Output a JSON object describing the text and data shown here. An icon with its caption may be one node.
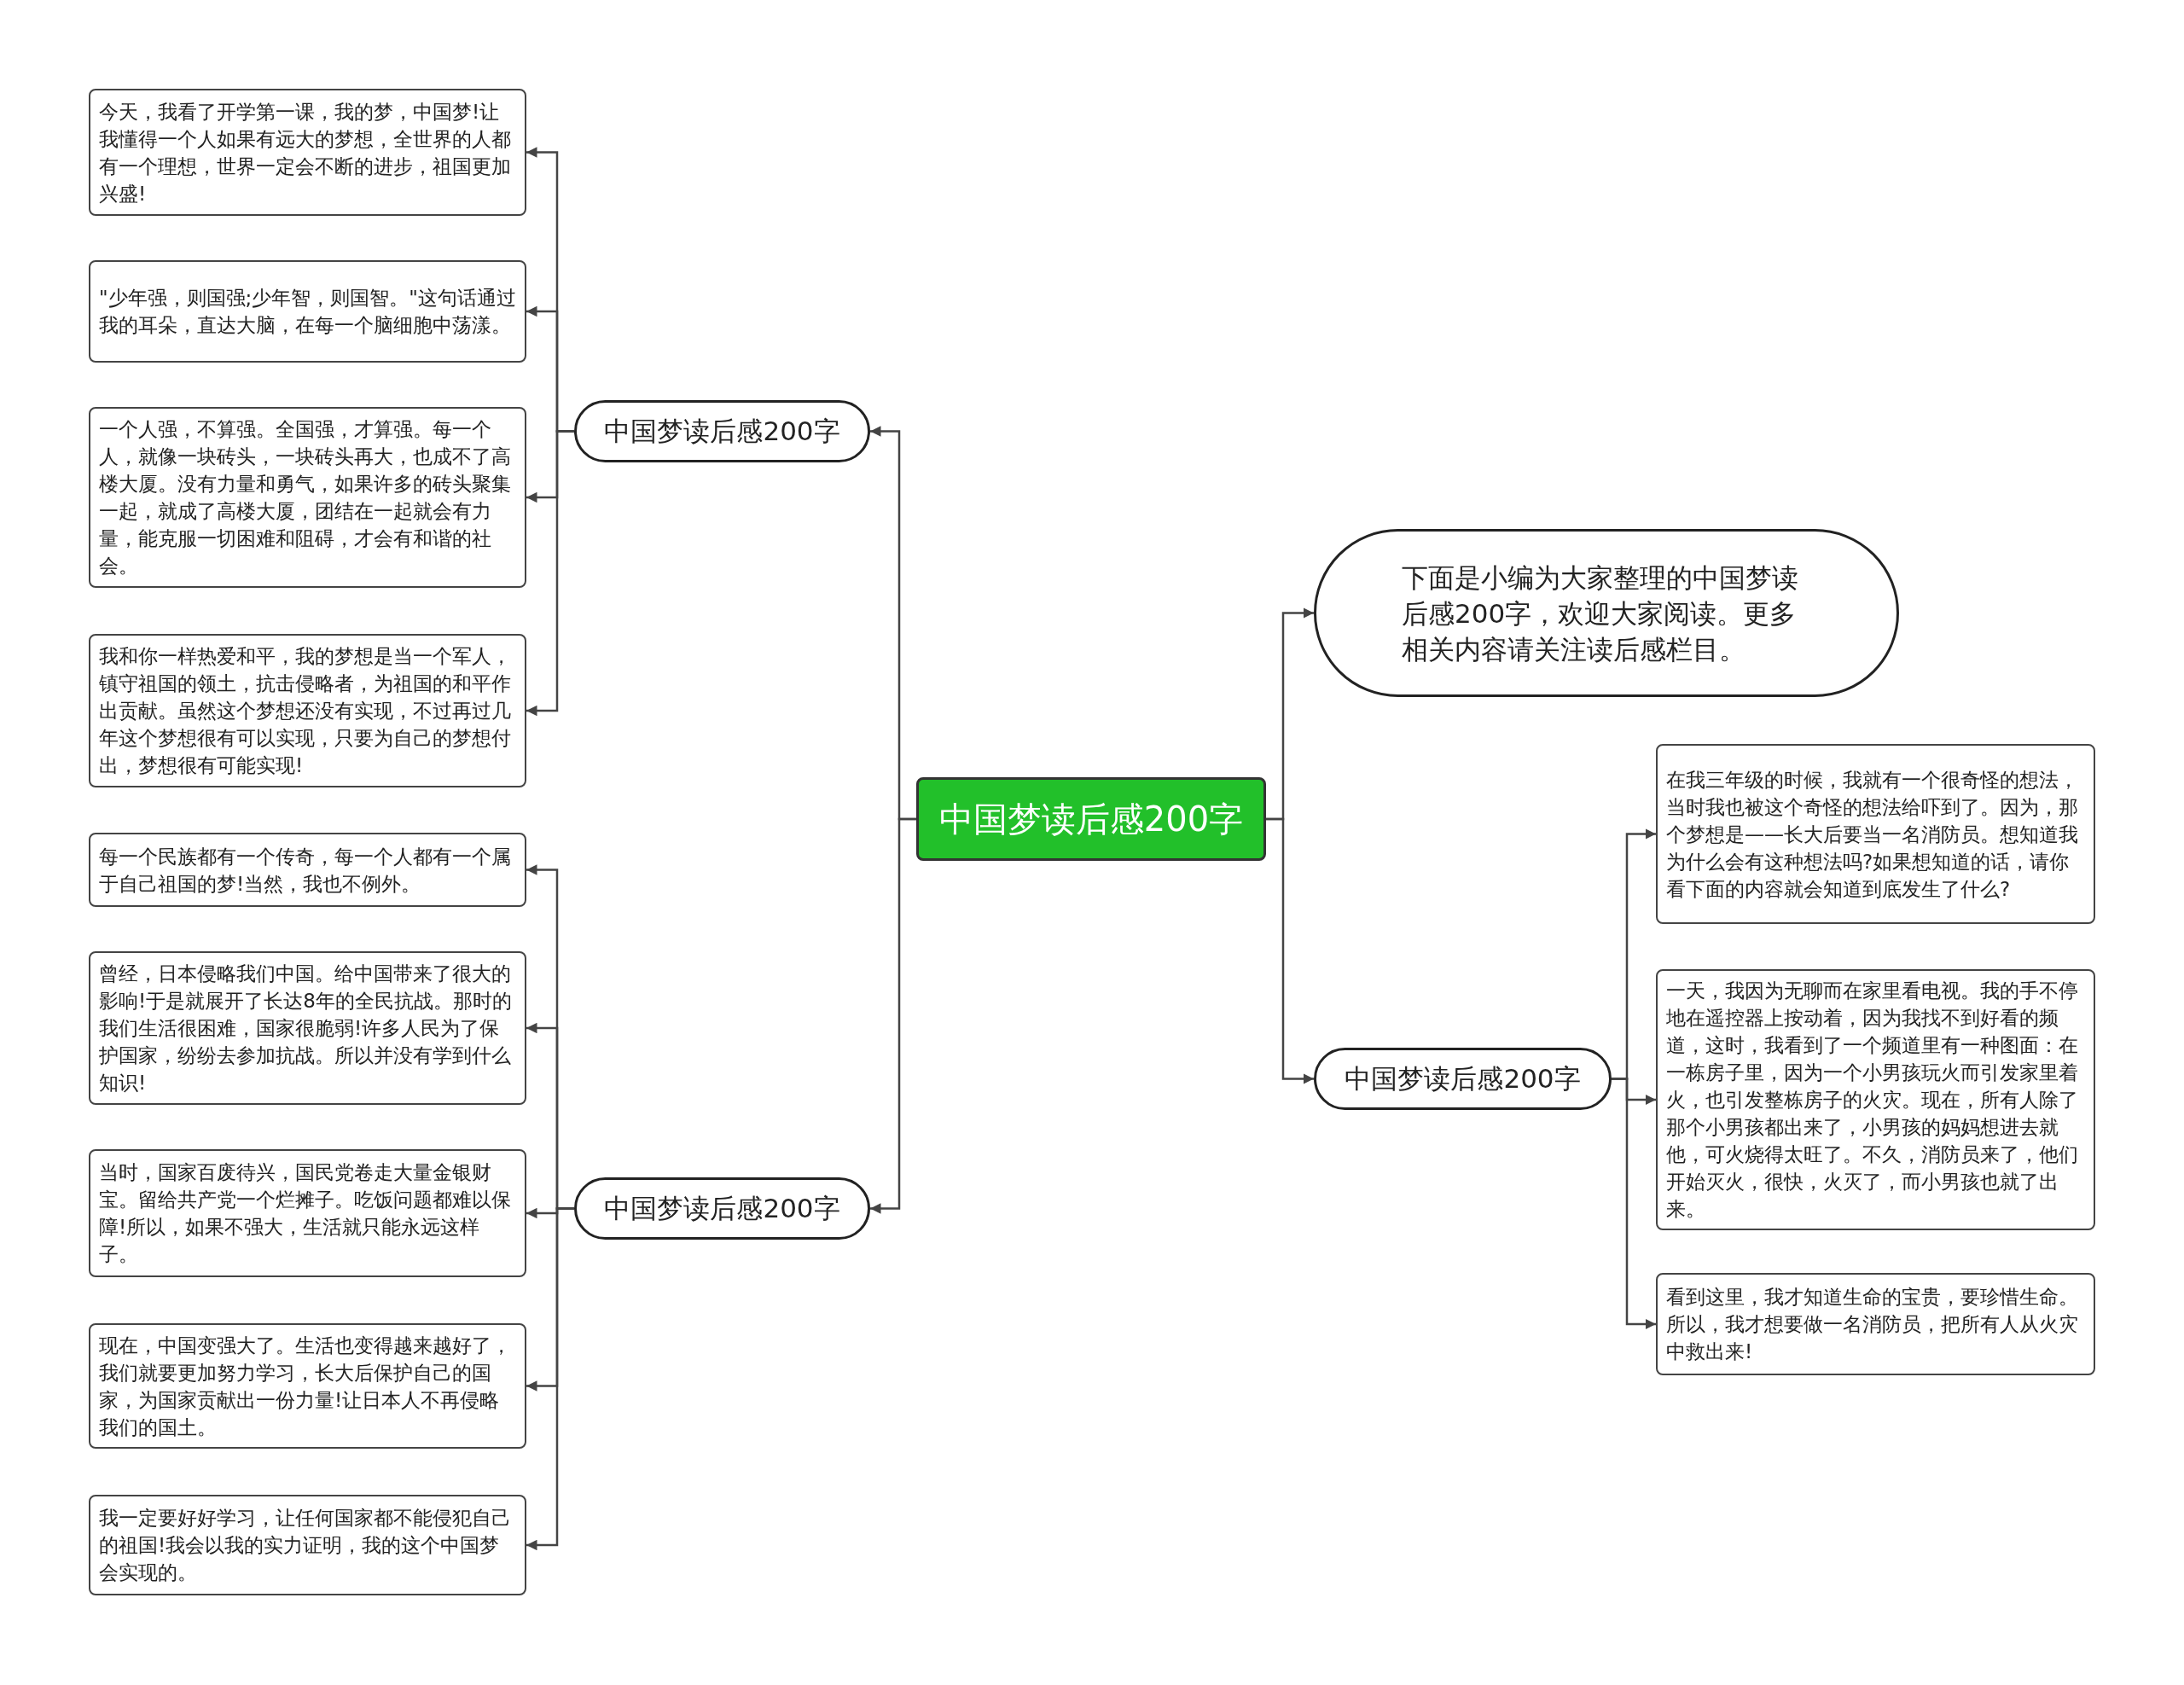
{
  "diagram": {
    "nodes": [
      {
        "text": [
          "中国梦读后感200字"
        ]
      },
      {
        "text": [
          "中国梦读后感200字"
        ]
      },
      {
        "text": [
          "中国梦读后感200字"
        ]
      },
      {
        "text": [
          "下面是小编为大家整理的中国梦读后感200字，欢迎大家阅读。更多相关内容请关注读后感栏目。"
        ]
      },
      {
        "text": [
          "中国梦读后感200字"
        ]
      },
      {
        "text": [
          "今天，我看了开学第一课，我的梦，中国梦!让我懂得一个人如果有远大的梦想，全世界的人都有一个理想，世界一定会不断的进步，祖国更加兴盛!"
        ]
      },
      {
        "text": [
          "\"少年强，则国强;少年智，则国智。\"这句话通过我的耳朵，直达大脑，在每一个脑细胞中荡漾。"
        ]
      },
      {
        "text": [
          "一个人强，不算强。全国强，才算强。每一个人，就像一块砖头，一块砖头再大，也成不了高楼大厦。没有力量和勇气，如果许多的砖头聚集一起，就成了高楼大厦，团结在一起就会有力量，能克服一切困难和阻碍，才会有和谐的社会。"
        ]
      },
      {
        "text": [
          "我和你一样热爱和平，我的梦想是当一个军人，镇守祖国的领土，抗击侵略者，为祖国的和平作出贡献。虽然这个梦想还没有实现，不过再过几年这个梦想很有可以实现，只要为自己的梦想付出，梦想很有可能实现!"
        ]
      },
      {
        "text": [
          "每一个民族都有一个传奇，每一个人都有一个属于自己祖国的梦!当然，我也不例外。"
        ]
      },
      {
        "text": [
          "曾经，日本侵略我们中国。给中国带来了很大的影响!于是就展开了长达8年的全民抗战。那时的我们生活很困难，国家很脆弱!许多人民为了保护国家，纷纷去参加抗战。所以并没有学到什么知识!"
        ]
      },
      {
        "text": [
          "当时，国家百废待兴，国民党卷走大量金银财宝。留给共产党一个烂摊子。吃饭问题都难以保障!所以，如果不强大，生活就只能永远这样子。"
        ]
      },
      {
        "text": [
          "现在，中国变强大了。生活也变得越来越好了，我们就要更加努力学习，长大后保护自己的国家，为国家贡献出一份力量!让日本人不再侵略我们的国土。"
        ]
      },
      {
        "text": [
          "我一定要好好学习，让任何国家都不能侵犯自己的祖国!我会以我的实力证明，我的这个中国梦会实现的。"
        ]
      },
      {
        "text": [
          "在我三年级的时候，我就有一个很奇怪的想法，当时我也被这个奇怪的想法给吓到了。因为，那个梦想是——长大后要当一名消防员。想知道我为什么会有这种想法吗?如果想知道的话，请你看下面的内容就会知道到底发生了什么?"
        ]
      },
      {
        "text": [
          "一天，我因为无聊而在家里看电视。我的手不停地在遥控器上按动着，因为我找不到好看的频道，这时，我看到了一个频道里有一种图面：在一栋房子里，因为一个小男孩玩火而引发家里着火，也引发整栋房子的火灾。现在，所有人除了那个小男孩都出来了，小男孩的妈妈想进去就他，可火烧得太旺了。不久，消防员来了，他们开始灭火，很快，火灭了，而小男孩也就了出来。"
        ]
      },
      {
        "text": [
          "看到这里，我才知道生命的宝贵，要珍惜生命。所以，我才想要做一名消防员，把所有人从火灾中救出来!"
        ]
      }
    ],
    "edges": [
      {
        "from": 0,
        "to": 1,
        "arrow": "to"
      },
      {
        "from": 0,
        "to": 2,
        "arrow": "to"
      },
      {
        "from": 0,
        "to": 3,
        "arrow": "to"
      },
      {
        "from": 0,
        "to": 4,
        "arrow": "to"
      },
      {
        "from": 1,
        "to": 5,
        "arrow": "to"
      },
      {
        "from": 1,
        "to": 6,
        "arrow": "to"
      },
      {
        "from": 1,
        "to": 7,
        "arrow": "to"
      },
      {
        "from": 1,
        "to": 8,
        "arrow": "to"
      },
      {
        "from": 2,
        "to": 9,
        "arrow": "to"
      },
      {
        "from": 2,
        "to": 10,
        "arrow": "to"
      },
      {
        "from": 2,
        "to": 11,
        "arrow": "to"
      },
      {
        "from": 2,
        "to": 12,
        "arrow": "to"
      },
      {
        "from": 2,
        "to": 13,
        "arrow": "to"
      },
      {
        "from": 4,
        "to": 14,
        "arrow": "to"
      },
      {
        "from": 4,
        "to": 15,
        "arrow": "to"
      },
      {
        "from": 4,
        "to": 16,
        "arrow": "to"
      }
    ]
  }
}
